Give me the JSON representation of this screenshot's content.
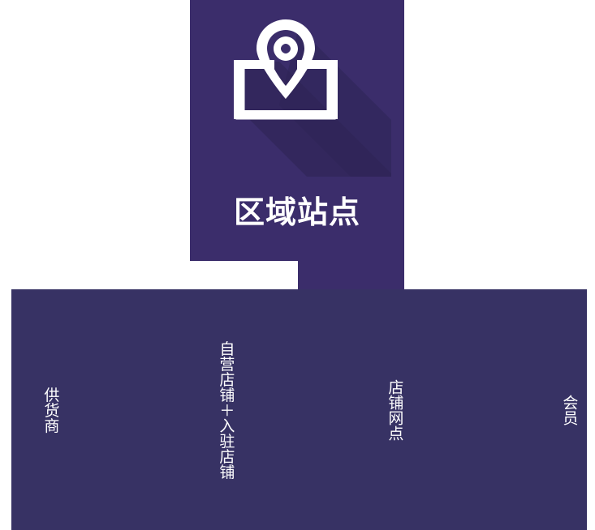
{
  "hero": {
    "title": "区域站点",
    "icon": "map-pin-icon",
    "background_color": "#3b2d6b",
    "shadow_color": "#2e2455",
    "icon_color": "#ffffff"
  },
  "base": {
    "background_color": "#373264",
    "labels": [
      {
        "id": "supplier",
        "text": "供货商"
      },
      {
        "id": "stores",
        "text": "自营店铺＋入驻店铺"
      },
      {
        "id": "outlets",
        "text": "店铺网点"
      },
      {
        "id": "member",
        "text": "会员"
      }
    ]
  }
}
